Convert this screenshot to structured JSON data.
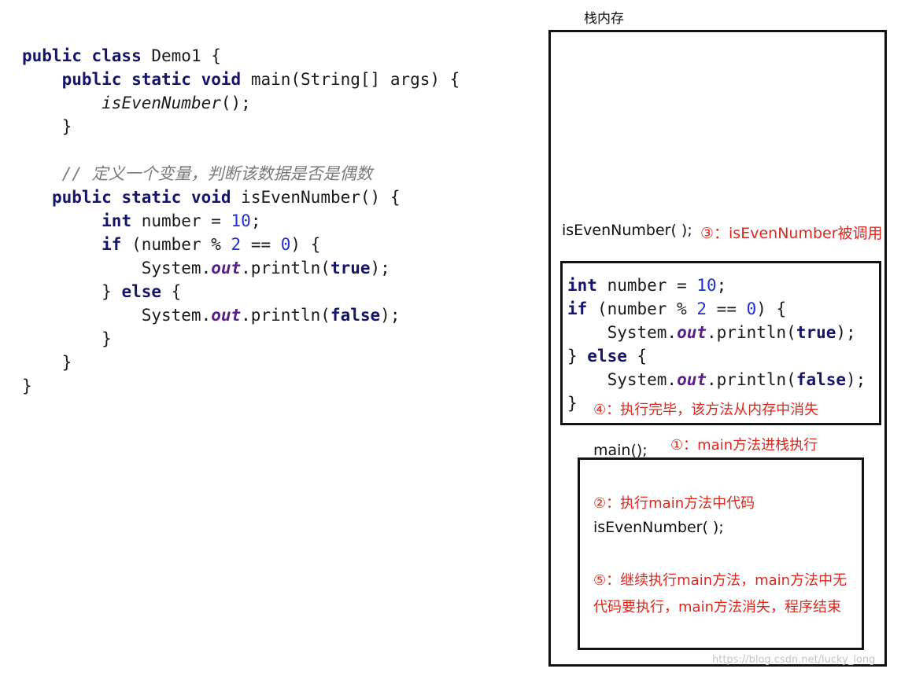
{
  "code": {
    "class_decl": "Demo1",
    "main_sig": "main(String[] args) {",
    "main_call": "isEvenNumber",
    "comment": "// 定义一个变量，判断该数据是否是偶数",
    "method_sig": "isEvenNumber() {",
    "var_name": " number = ",
    "num_10": "10",
    "num_2": "2",
    "num_0": "0",
    "out": "out",
    "println": ".println(",
    "true": "true",
    "false": "false"
  },
  "diagram": {
    "stack_title": "栈内存",
    "iseven_call": "isEvenNumber( );",
    "step3": "③：isEvenNumber被调用",
    "step4": "④：执行完毕，该方法从内存中消失",
    "main_call": "main();",
    "step1": "①：main方法进栈执行",
    "step2": "②：执行main方法中代码",
    "main_iseven_call": "isEvenNumber( );",
    "step5": "⑤：继续执行main方法，main方法中无代码要执行，main方法消失，程序结束"
  },
  "watermark": "https://blog.csdn.net/lucky_long"
}
